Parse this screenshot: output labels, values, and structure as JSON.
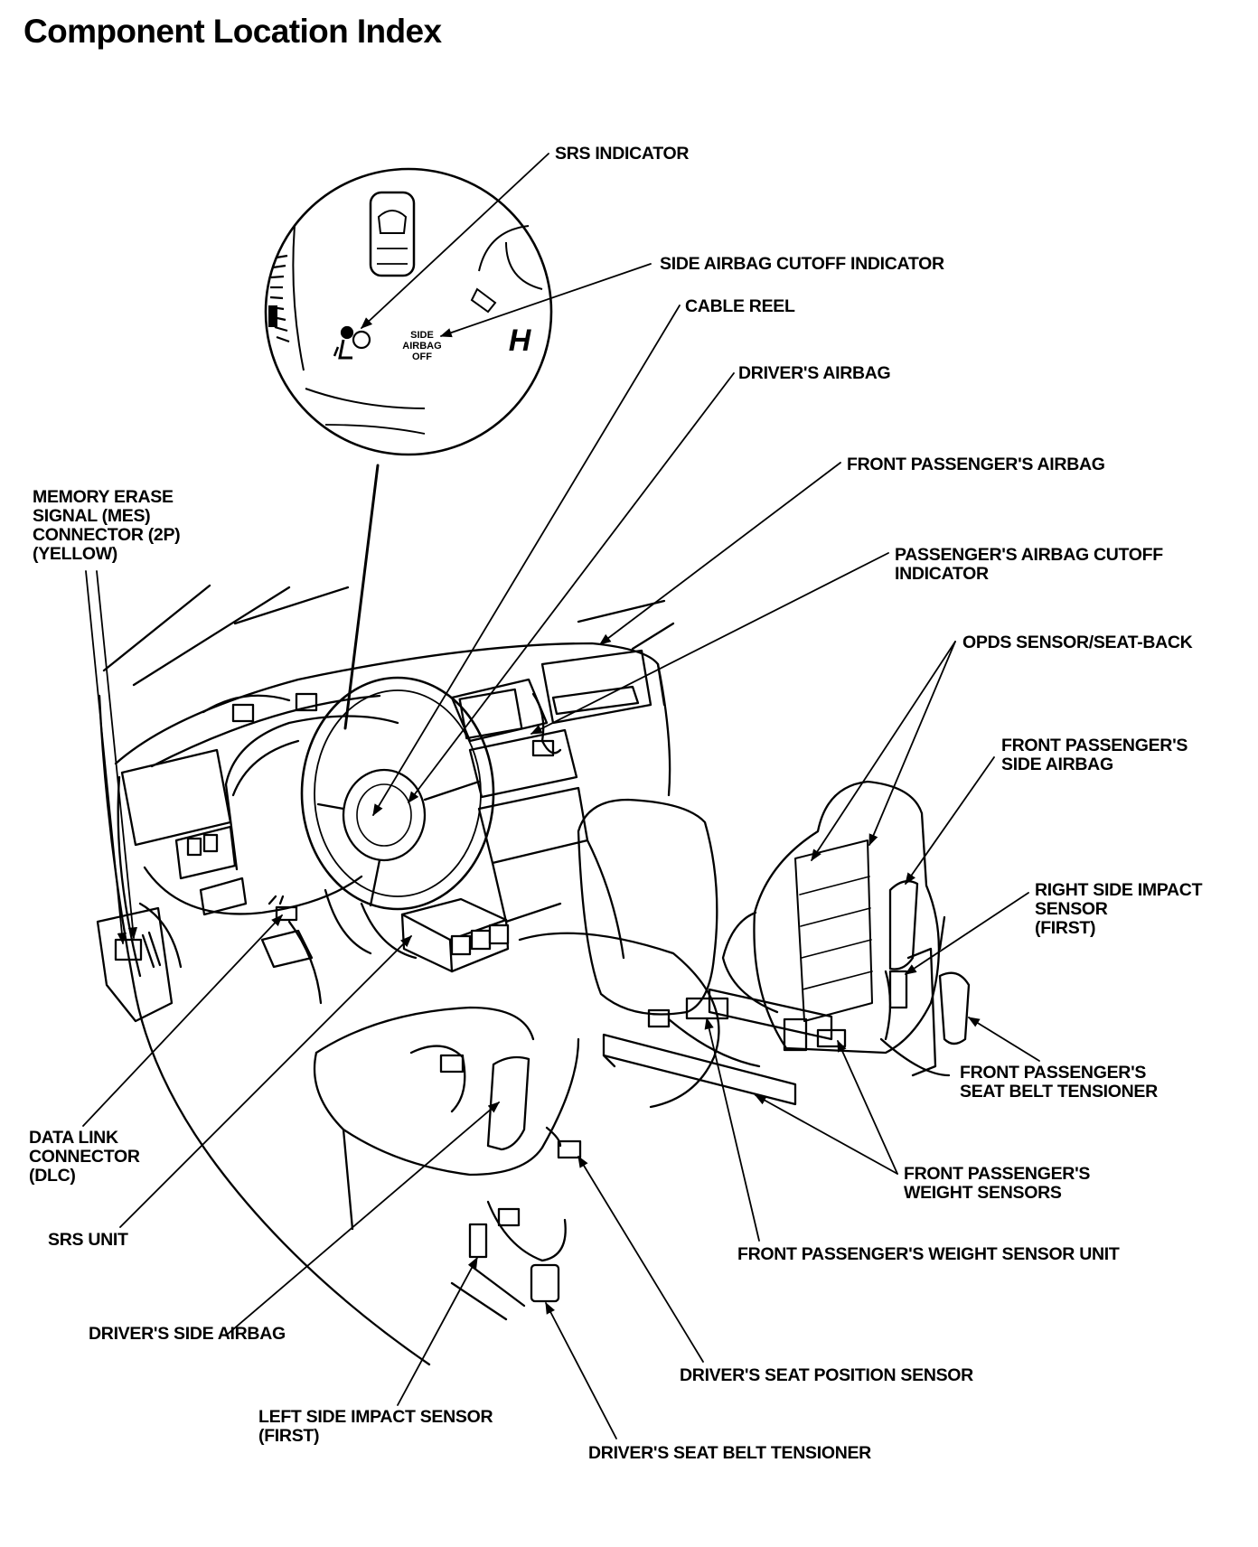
{
  "title": "Component Location Index",
  "indicator_icons": {
    "side_airbag_off": [
      "SIDE",
      "AIRBAG",
      "OFF"
    ],
    "h_gauge": "H"
  },
  "labels": {
    "srs_indicator": [
      "SRS INDICATOR"
    ],
    "side_airbag_cutoff_indicator": [
      "SIDE AIRBAG CUTOFF INDICATOR"
    ],
    "cable_reel": [
      "CABLE REEL"
    ],
    "drivers_airbag": [
      "DRIVER'S AIRBAG"
    ],
    "front_passengers_airbag": [
      "FRONT PASSENGER'S AIRBAG"
    ],
    "passengers_airbag_cutoff_indicator": [
      "PASSENGER'S AIRBAG CUTOFF",
      "INDICATOR"
    ],
    "opds_sensor": [
      "OPDS SENSOR/SEAT-BACK"
    ],
    "front_passengers_side_airbag": [
      "FRONT PASSENGER'S",
      "SIDE AIRBAG"
    ],
    "right_side_impact_sensor": [
      "RIGHT SIDE IMPACT",
      "SENSOR",
      "(FIRST)"
    ],
    "front_passengers_seat_belt_tensioner": [
      "FRONT PASSENGER'S",
      "SEAT BELT TENSIONER"
    ],
    "front_passengers_weight_sensors": [
      "FRONT PASSENGER'S",
      "WEIGHT SENSORS"
    ],
    "front_passengers_weight_sensor_unit": [
      "FRONT PASSENGER'S WEIGHT SENSOR UNIT"
    ],
    "drivers_seat_position_sensor": [
      "DRIVER'S SEAT POSITION SENSOR"
    ],
    "drivers_seat_belt_tensioner": [
      "DRIVER'S SEAT BELT TENSIONER"
    ],
    "left_side_impact_sensor": [
      "LEFT SIDE IMPACT SENSOR",
      "(FIRST)"
    ],
    "drivers_side_airbag": [
      "DRIVER'S SIDE AIRBAG"
    ],
    "srs_unit": [
      "SRS UNIT"
    ],
    "data_link_connector": [
      "DATA LINK",
      "CONNECTOR",
      "(DLC)"
    ],
    "memory_erase_signal_connector": [
      "MEMORY ERASE",
      "SIGNAL (MES)",
      "CONNECTOR (2P)",
      "(YELLOW)"
    ]
  }
}
